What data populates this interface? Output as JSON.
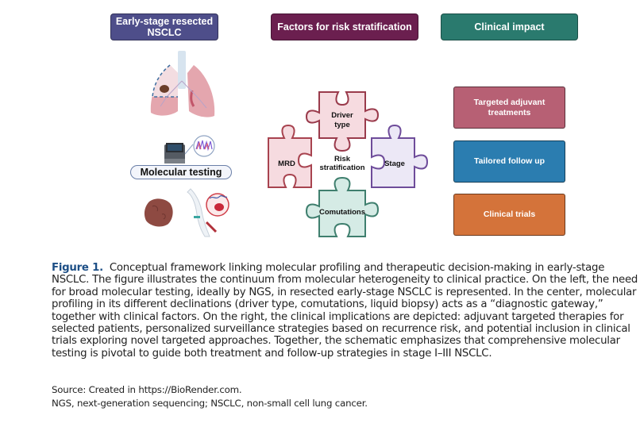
{
  "headers": {
    "left": "Early-stage resected NSCLC",
    "middle": "Factors for risk stratification",
    "right": "Clinical impact"
  },
  "left_panel": {
    "molecular_testing_label": "Molecular testing"
  },
  "puzzle": {
    "center_label_line1": "Risk",
    "center_label_line2": "stratification",
    "pieces": [
      {
        "id": "driver",
        "line1": "Driver",
        "line2": "type",
        "fill": "#f6dbe0",
        "stroke": "#9a3b4c"
      },
      {
        "id": "mrd",
        "line1": "MRD",
        "line2": "",
        "fill": "#f6dbe0",
        "stroke": "#a8434f"
      },
      {
        "id": "stage",
        "line1": "Stage",
        "line2": "",
        "fill": "#ece8f6",
        "stroke": "#6e4c9a"
      },
      {
        "id": "comutations",
        "line1": "Comutations",
        "line2": "",
        "fill": "#d5ebe5",
        "stroke": "#3f7f6e"
      }
    ]
  },
  "clinical_impact": [
    {
      "label_line1": "Targeted adjuvant",
      "label_line2": "treatments",
      "color": "#b76074"
    },
    {
      "label_line1": "Tailored follow up",
      "label_line2": "",
      "color": "#2b7db0"
    },
    {
      "label_line1": "Clinical trials",
      "label_line2": "",
      "color": "#d4733a"
    }
  ],
  "caption": {
    "figure_label": "Figure 1.",
    "text": "Conceptual framework linking molecular profiling and therapeutic decision-making in early-stage NSCLC. The figure illustrates the continuum from molecular heterogeneity to clinical practice. On the left, the need for broad molecular testing, ideally by NGS, in resected early-stage NSCLC is represented. In the center, molecular profiling in its different declinations (driver type, comutations, liquid biopsy) acts as a “diagnostic gateway,” together with clinical factors. On the right, the clinical implications are depicted: adjuvant targeted therapies for selected patients, personalized surveillance strategies based on recurrence risk, and potential inclusion in clinical trials exploring novel targeted approaches. Together, the schematic emphasizes that comprehensive molecular testing is pivotal to guide both treatment and follow-up strategies in stage I–III NSCLC.",
    "source": "Source: Created in https://BioRender.com.",
    "abbreviations": "NGS, next-generation sequencing; NSCLC, non-small cell lung cancer."
  }
}
